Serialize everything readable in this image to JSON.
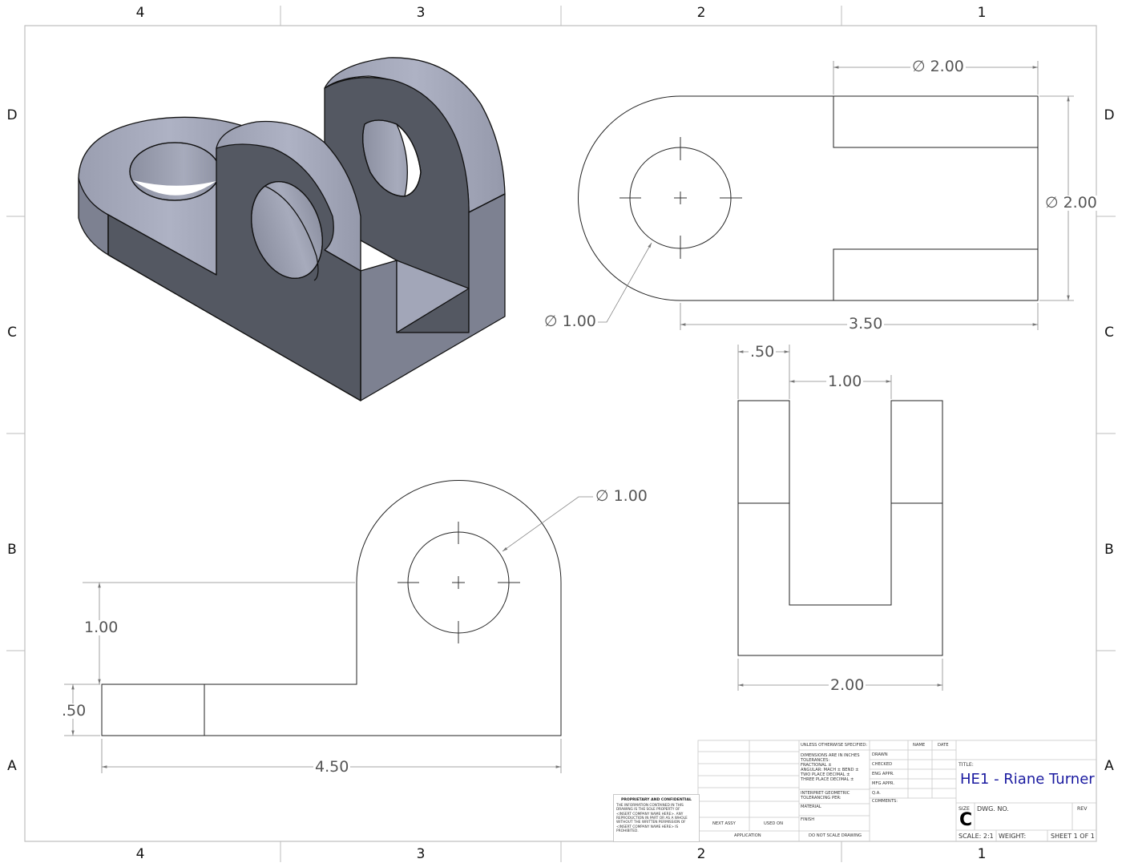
{
  "border": {
    "columns_top": [
      "4",
      "3",
      "2",
      "1"
    ],
    "columns_bottom": [
      "4",
      "3",
      "2",
      "1"
    ],
    "rows_left": [
      "D",
      "C",
      "B",
      "A"
    ],
    "rows_right": [
      "D",
      "C",
      "B",
      "A"
    ]
  },
  "views": {
    "isometric": {
      "label": "isometric-view",
      "face_colors": {
        "light": "#a2a6b8",
        "mid": "#7f8393",
        "dark": "#545862"
      }
    },
    "top": {
      "dims": {
        "slot_width": "∅ 2.00",
        "overall_width": "∅ 2.00",
        "length": "3.50",
        "hole": "∅ 1.00"
      }
    },
    "front": {
      "dims": {
        "upright_height": "1.00",
        "base_height": ".50",
        "overall_length": "4.50",
        "hole": "∅ 1.00"
      }
    },
    "right": {
      "dims": {
        "wall_thickness": ".50",
        "slot_width": "1.00",
        "overall_width": "2.00"
      }
    }
  },
  "title_block": {
    "proprietary": {
      "heading": "PROPRIETARY AND CONFIDENTIAL",
      "body": "THE INFORMATION CONTAINED IN THIS\nDRAWING IS THE SOLE PROPERTY OF\n<INSERT COMPANY NAME HERE>.  ANY\nREPRODUCTION IN PART OR AS A WHOLE\nWITHOUT THE WRITTEN PERMISSION OF\n<INSERT COMPANY NAME HERE> IS\nPROHIBITED."
    },
    "next_assy": "NEXT ASSY",
    "used_on": "USED ON",
    "application": "APPLICATION",
    "unless_specified": "UNLESS OTHERWISE SPECIFIED:",
    "dimensions_note": "DIMENSIONS ARE IN INCHES",
    "tolerances": "TOLERANCES:",
    "fractional": "FRACTIONAL ±",
    "angular": "ANGULAR: MACH ±    BEND ±",
    "two_place": "TWO PLACE DECIMAL    ±",
    "three_place": "THREE PLACE DECIMAL  ±",
    "interpret": "INTERPRET GEOMETRIC",
    "tolerancing": "TOLERANCING PER:",
    "material": "MATERIAL",
    "finish": "FINISH",
    "do_not_scale": "DO NOT SCALE DRAWING",
    "sig_headers": {
      "name": "NAME",
      "date": "DATE"
    },
    "sig_rows": [
      "DRAWN",
      "CHECKED",
      "ENG APPR.",
      "MFG APPR.",
      "Q.A.",
      "COMMENTS:"
    ],
    "title_label": "TITLE:",
    "title": "HE1 - Riane Turner",
    "size_label": "SIZE",
    "size": "C",
    "dwg_no_label": "DWG.  NO.",
    "rev_label": "REV",
    "scale": "SCALE: 2:1",
    "weight": "WEIGHT:",
    "sheet": "SHEET 1 OF 1"
  }
}
